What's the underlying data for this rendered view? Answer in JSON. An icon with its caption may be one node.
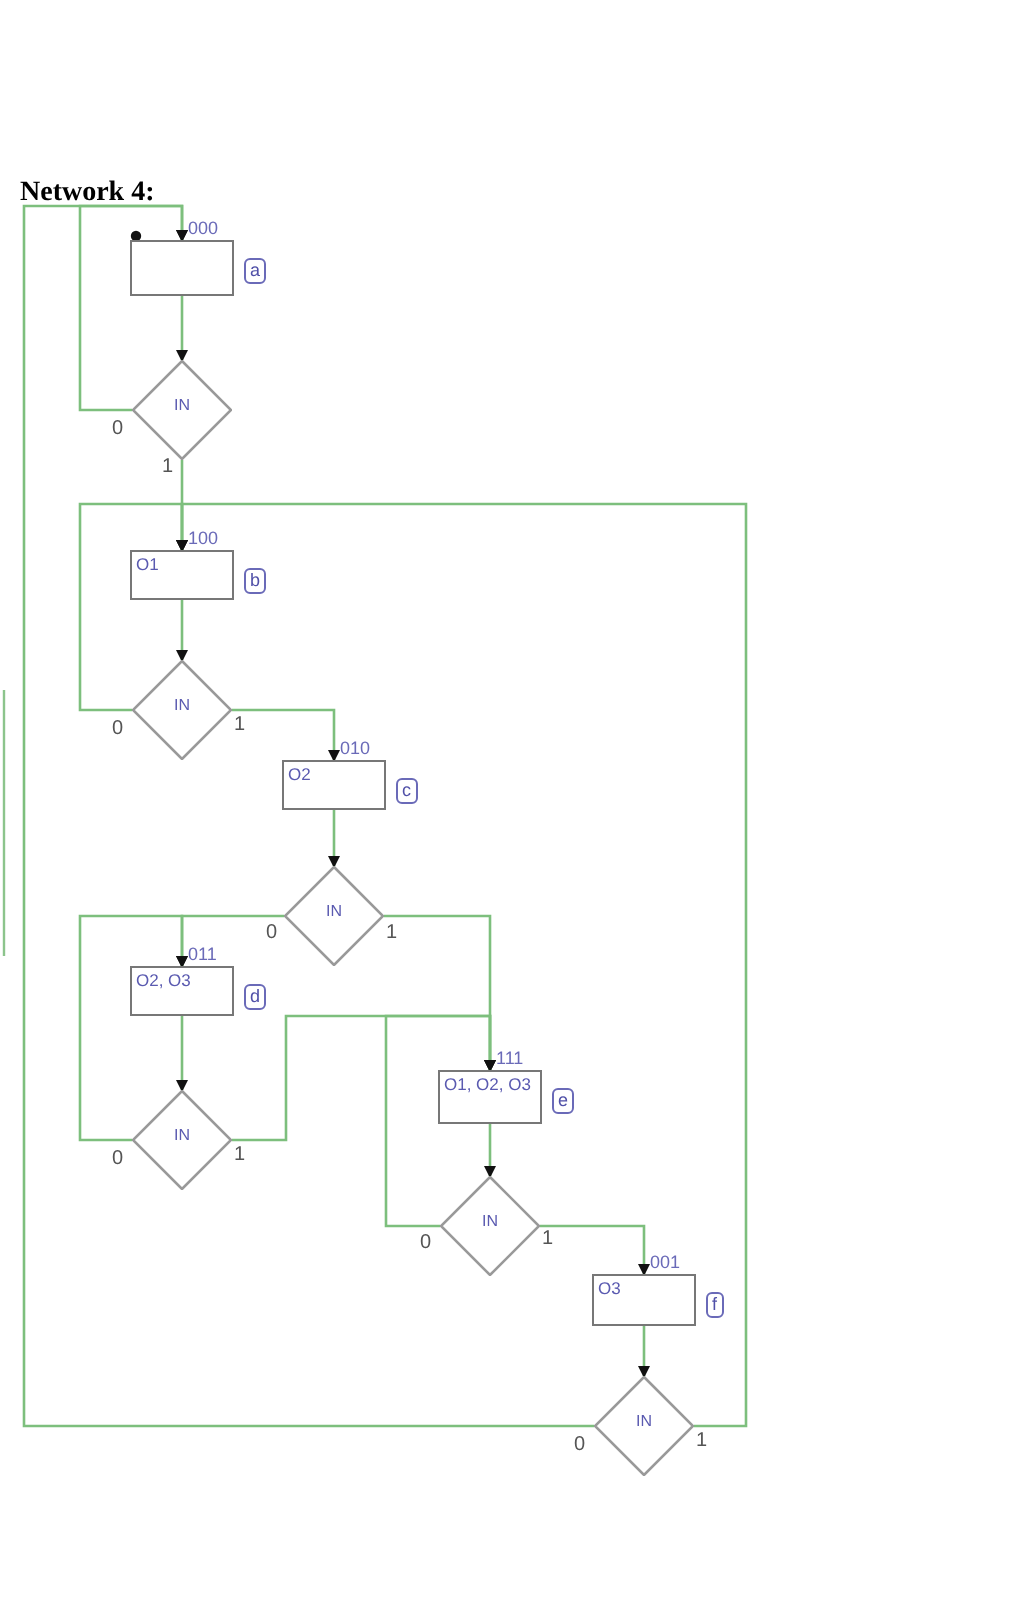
{
  "diagram": {
    "title": "Network 4:",
    "nodes": [
      {
        "text": [],
        "shape": "box",
        "beside": [
          "000",
          "a"
        ]
      },
      {
        "text": [
          "IN"
        ]
      },
      {
        "text": [
          "O1"
        ],
        "beside": [
          "100",
          "b"
        ]
      },
      {
        "text": [
          "IN"
        ]
      },
      {
        "text": [
          "O2"
        ],
        "beside": [
          "010",
          "c"
        ]
      },
      {
        "text": [
          "IN"
        ]
      },
      {
        "text": [
          "O2, O3"
        ],
        "beside": [
          "011",
          "d"
        ]
      },
      {
        "text": [
          "IN"
        ]
      },
      {
        "text": [
          "O1, O2, O3"
        ],
        "beside": [
          "111",
          "e"
        ]
      },
      {
        "text": [
          "IN"
        ]
      },
      {
        "text": [
          "O3"
        ],
        "beside": [
          "001",
          "f"
        ]
      },
      {
        "text": [
          "IN"
        ]
      }
    ],
    "edges": [
      {
        "from": 0,
        "to": 1,
        "arrow": "to"
      },
      {
        "from": 1,
        "to": 0,
        "arrow": "to",
        "label": "0"
      },
      {
        "from": 1,
        "to": 2,
        "arrow": "to",
        "label": "1"
      },
      {
        "from": 2,
        "to": 3,
        "arrow": "to"
      },
      {
        "from": 3,
        "to": 2,
        "arrow": "to",
        "label": "0"
      },
      {
        "from": 3,
        "to": 4,
        "arrow": "to",
        "label": "1"
      },
      {
        "from": 4,
        "to": 5,
        "arrow": "to"
      },
      {
        "from": 5,
        "to": 6,
        "arrow": "to",
        "label": "0"
      },
      {
        "from": 5,
        "to": 8,
        "arrow": "to",
        "label": "1"
      },
      {
        "from": 6,
        "to": 7,
        "arrow": "to"
      },
      {
        "from": 7,
        "to": 6,
        "arrow": "to",
        "label": "0"
      },
      {
        "from": 7,
        "to": 8,
        "arrow": "to",
        "label": "1"
      },
      {
        "from": 8,
        "to": 9,
        "arrow": "to"
      },
      {
        "from": 9,
        "to": 8,
        "arrow": "to",
        "label": "0"
      },
      {
        "from": 9,
        "to": 10,
        "arrow": "to",
        "label": "1"
      },
      {
        "from": 10,
        "to": 11,
        "arrow": "to"
      },
      {
        "from": 11,
        "to": 0,
        "arrow": "to",
        "label": "0"
      },
      {
        "from": 11,
        "to": 2,
        "arrow": "to",
        "label": "1"
      }
    ]
  }
}
